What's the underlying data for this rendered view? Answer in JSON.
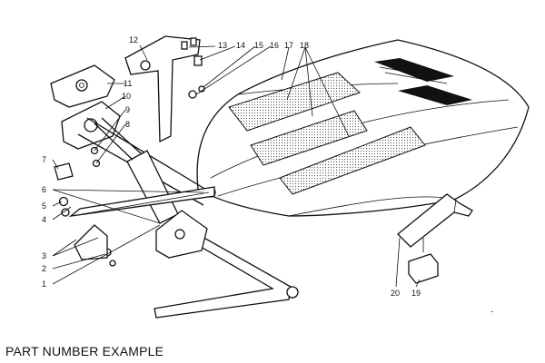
{
  "caption": "PART NUMBER EXAMPLE",
  "callouts": [
    "1",
    "2",
    "3",
    "4",
    "5",
    "6",
    "7",
    "8",
    "9",
    "10",
    "11",
    "12",
    "13",
    "14",
    "15",
    "16",
    "17",
    "18",
    "19",
    "20"
  ]
}
